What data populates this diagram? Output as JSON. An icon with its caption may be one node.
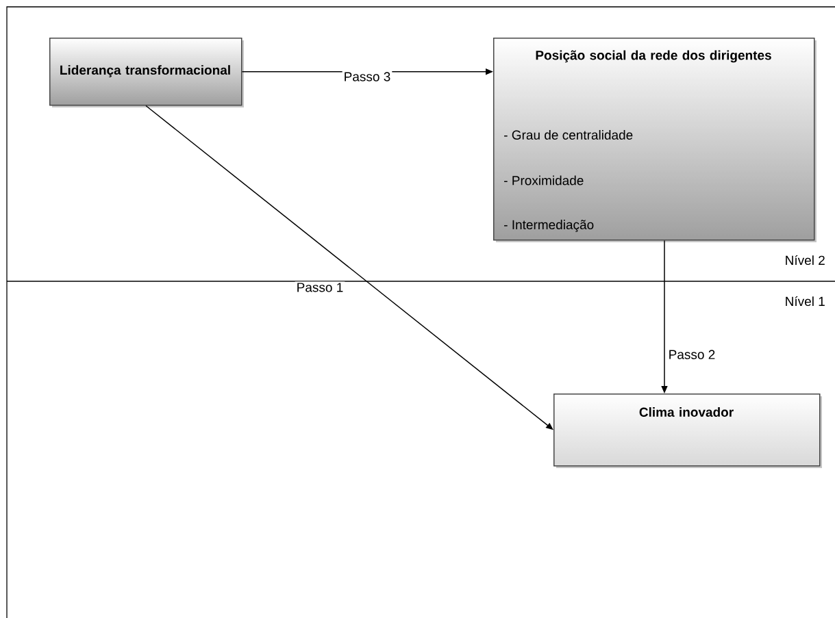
{
  "diagram": {
    "nodes": [
      {
        "text": [
          "Liderança transformacional"
        ]
      },
      {
        "text": [
          "Posição social da rede dos dirigentes",
          "- Grau de centralidade",
          "- Proximidade",
          "- Intermediação"
        ]
      },
      {
        "text": [
          "Clima inovador"
        ]
      }
    ],
    "edges": [
      {
        "from": 0,
        "to": 1,
        "arrow": "to",
        "label": "Passo 3"
      },
      {
        "from": 1,
        "to": 2,
        "arrow": "to",
        "label": "Passo 2"
      },
      {
        "from": 0,
        "to": 2,
        "arrow": "to",
        "label": "Passo 1"
      }
    ],
    "labels": [
      "Nível 2",
      "Nível 1"
    ]
  }
}
